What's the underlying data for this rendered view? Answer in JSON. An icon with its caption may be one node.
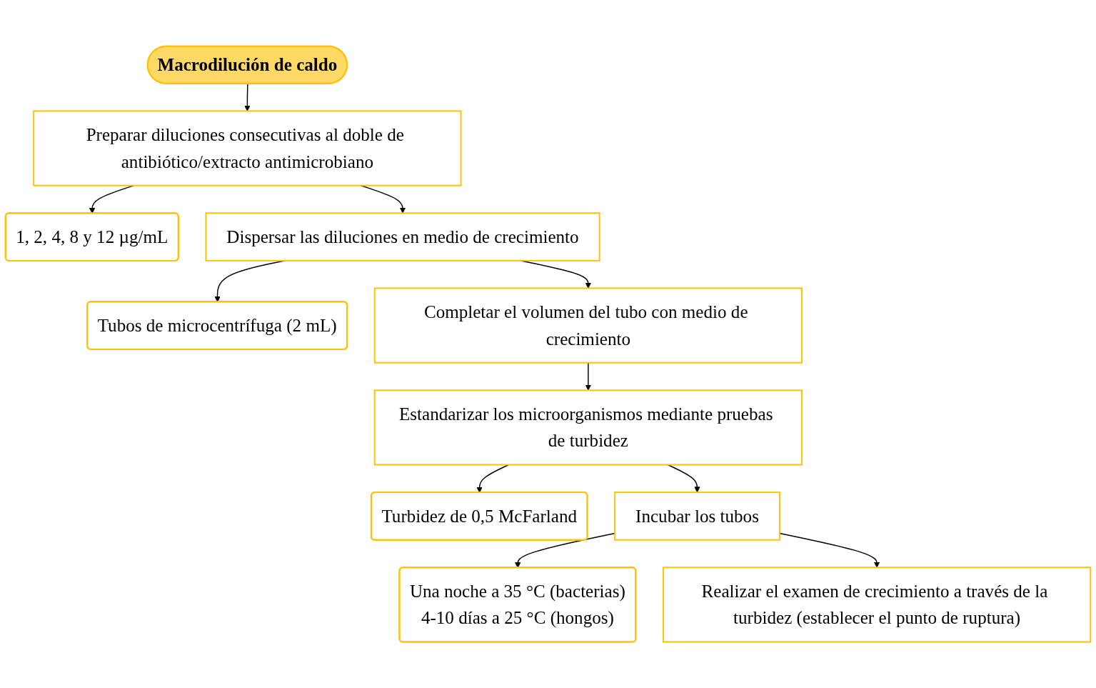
{
  "diagram": {
    "nodes": [
      {
        "text": [
          "Macrodilución de caldo"
        ]
      },
      {
        "text": [
          "Preparar diluciones consecutivas al doble de antibiótico/extracto antimicrobiano"
        ]
      },
      {
        "text": [
          "1, 2, 4, 8 y 12 µg/mL"
        ]
      },
      {
        "text": [
          "Dispersar las diluciones en medio de crecimiento"
        ]
      },
      {
        "text": [
          "Tubos de microcentrífuga (2 mL)"
        ]
      },
      {
        "text": [
          "Completar el volumen del tubo con medio de crecimiento"
        ]
      },
      {
        "text": [
          "Estandarizar los microorganismos mediante pruebas de turbidez"
        ]
      },
      {
        "text": [
          "Turbidez de 0,5 McFarland"
        ]
      },
      {
        "text": [
          "Incubar los tubos"
        ]
      },
      {
        "text": [
          "Una noche a 35 °C (bacterias)",
          "4-10 días a 25 °C (hongos)"
        ]
      },
      {
        "text": [
          "Realizar el examen de crecimiento a través de la turbidez (establecer el punto de ruptura)"
        ]
      }
    ],
    "edges": [
      {
        "from": 0,
        "to": 1,
        "arrow": "to"
      },
      {
        "from": 1,
        "to": 2,
        "arrow": "to"
      },
      {
        "from": 1,
        "to": 3,
        "arrow": "to"
      },
      {
        "from": 3,
        "to": 4,
        "arrow": "to"
      },
      {
        "from": 3,
        "to": 5,
        "arrow": "to"
      },
      {
        "from": 5,
        "to": 6,
        "arrow": "to"
      },
      {
        "from": 6,
        "to": 7,
        "arrow": "to"
      },
      {
        "from": 6,
        "to": 8,
        "arrow": "to"
      },
      {
        "from": 8,
        "to": 9,
        "arrow": "to"
      },
      {
        "from": 8,
        "to": 10,
        "arrow": "to"
      }
    ]
  }
}
